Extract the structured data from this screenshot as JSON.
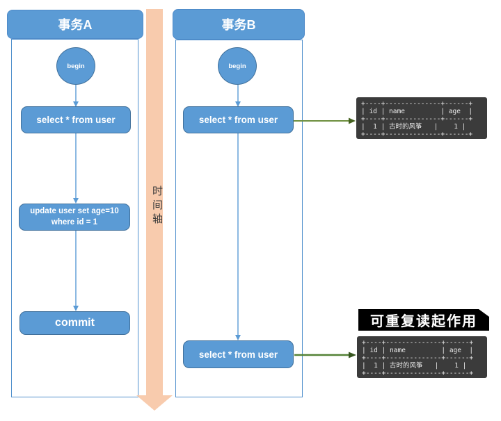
{
  "colors": {
    "node_fill": "#5b9bd5",
    "node_border": "#41719c",
    "timeline_fill": "#f8cbad",
    "flow_arrow_blue": "#5b9bd5",
    "result_arrow_green": "#538135",
    "table_bg": "#3b3b3b",
    "table_text": "#ececec",
    "annotation_bg": "#000000",
    "annotation_text": "#ffffff"
  },
  "transaction_a": {
    "title": "事务A",
    "begin_label": "begin",
    "select_label": "select * from user",
    "update_label": "update user set age=10\nwhere id = 1",
    "commit_label": "commit"
  },
  "transaction_b": {
    "title": "事务B",
    "begin_label": "begin",
    "select_first_label": "select * from user",
    "select_second_label": "select * from user"
  },
  "timeline": {
    "label": "时间轴"
  },
  "annotation": {
    "label": "可重复读起作用"
  },
  "result_first": {
    "text": "+----+--------------+------+\n| id | name         | age  |\n+----+--------------+------+\n|  1 | 古时的风筝   |    1 |\n+----+--------------+------+"
  },
  "result_second": {
    "text": "+----+--------------+------+\n| id | name         | age  |\n+----+--------------+------+\n|  1 | 古时的风筝   |    1 |\n+----+--------------+------+"
  }
}
